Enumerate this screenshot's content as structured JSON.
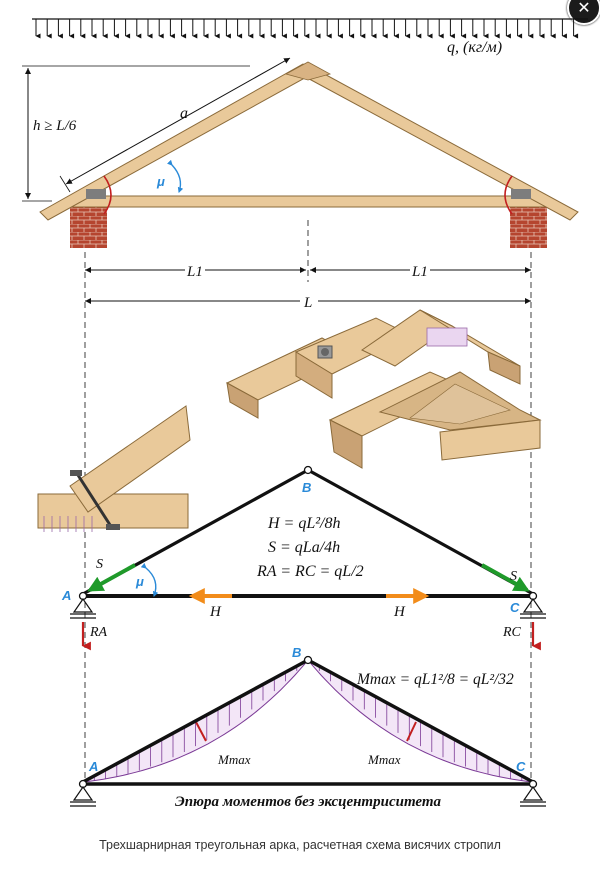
{
  "load": {
    "label": "q, (кг/м)"
  },
  "roof": {
    "height_label": "h ≥ L/6",
    "rafter_label": "a",
    "angle_label": "μ",
    "half_span_left": "L1",
    "half_span_right": "L1",
    "span_label": "L"
  },
  "scheme": {
    "node_a": "A",
    "node_b": "B",
    "node_c": "C",
    "thrust_left": "H",
    "thrust_right": "H",
    "reaction_a": "RA",
    "reaction_c": "RC",
    "force_left": "S",
    "force_right": "S",
    "angle_label": "μ",
    "formula_h": "H = qL²/8h",
    "formula_s": "S = qLa/4h",
    "formula_r": "RA = RC = qL/2"
  },
  "moments": {
    "node_a": "A",
    "node_b": "B",
    "node_c": "C",
    "formula_mmax": "Mmax = qL1²/8 = qL²/32",
    "mmax_left": "Mmax",
    "mmax_right": "Mmax",
    "title": "Эпюра моментов без эксцентриситета"
  },
  "caption": "Трехшарнирная треугольная арка, расчетная схема висячих стропил",
  "colors": {
    "wood": "#e9c99a",
    "brick": "#b5452f",
    "force_green": "#1f9a2a",
    "thrust_orange": "#f28c1a",
    "reaction_red": "#c21f1f",
    "label_blue": "#2a8ad8",
    "diagram_purple": "#7b3a96"
  },
  "icons": {
    "close": "close-icon"
  }
}
